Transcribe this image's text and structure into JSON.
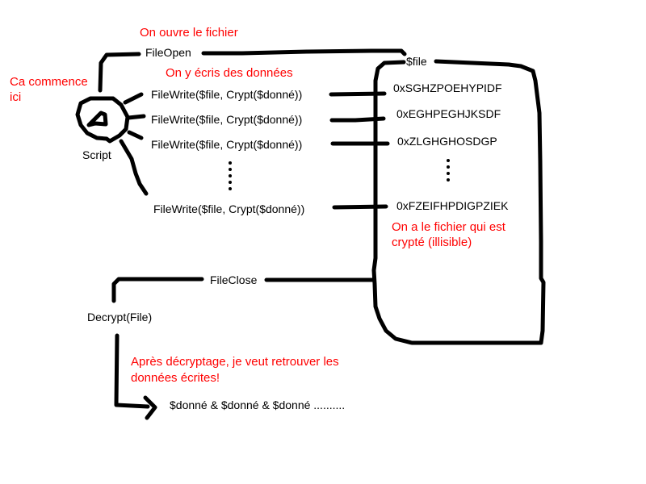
{
  "annotations": {
    "open_file": "On ouvre le fichier",
    "write_data": "On y écris des données",
    "starts_here": [
      "Ca commence",
      "ici"
    ],
    "encrypted_file": [
      "On a le fichier qui est",
      "crypté (illisible)"
    ],
    "after_decrypt": [
      "Après décryptage, je veut retrouver les",
      "données écrites!"
    ]
  },
  "script": {
    "label": "Script",
    "icon": "script-autoit-icon"
  },
  "steps": {
    "file_open": "FileOpen",
    "file_writes": [
      "FileWrite($file, Crypt($donné))",
      "FileWrite($file, Crypt($donné))",
      "FileWrite($file, Crypt($donné))",
      "FileWrite($file, Crypt($donné))"
    ],
    "file_close": "FileClose",
    "decrypt": "Decrypt(File)",
    "result": "$donné & $donné & $donné .........."
  },
  "file_box": {
    "title": "$file",
    "encrypted_lines": [
      "0xSGHZPOEHYPIDF",
      "0xEGHPEGHJKSDF",
      "0xZLGHGHOSDGP",
      "0xFZEIFHPDIGPZIEK"
    ]
  },
  "colors": {
    "annotation": "#ff0000",
    "text": "#000000",
    "stroke": "#000000",
    "background": "#ffffff"
  }
}
